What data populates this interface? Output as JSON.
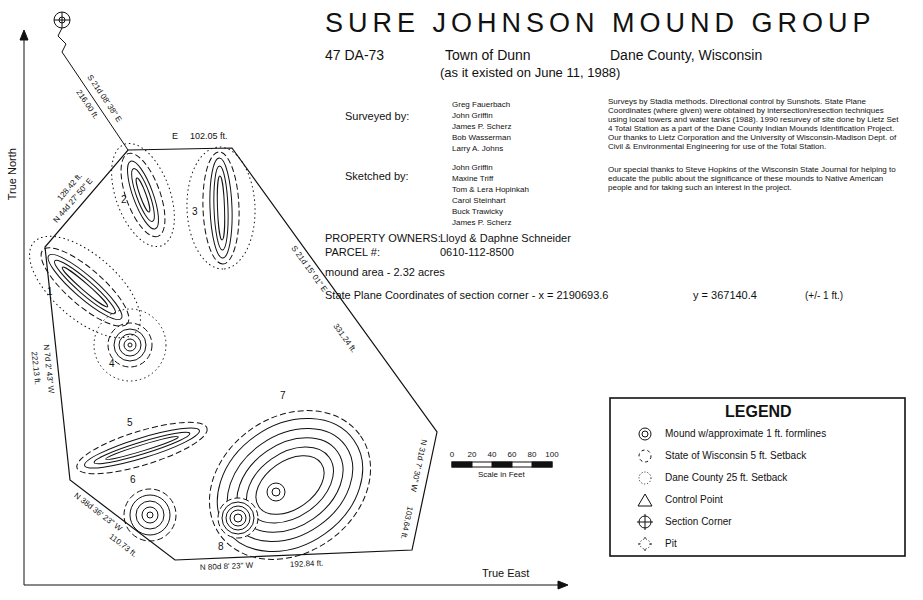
{
  "diagram": {
    "title": "SURE JOHNSON MOUND GROUP",
    "labels": [
      "47 DA-73",
      "Town of Dunn",
      "Dane County, Wisconsin",
      "(as it existed on June 11, 1988)",
      "Surveyed by:",
      "Greg Fauerbach",
      "John Griffin",
      "James P. Scherz",
      "Bob Wasserman",
      "Larry A. Johns",
      "Sketched by:",
      "John Griffin",
      "Maxine Triff",
      "Tom & Lera Hopinkah",
      "Carol Steinhart",
      "Buck Trawicky",
      "James P. Scherz",
      "Surveys by Stadia methods. Directional control by Sunshots. State Plane Coordinates (where given) were obtained by intersection/resection techniques using local towers and water tanks (1988). 1990 resurvey of site done by Lietz Set 4 Total Station as a part of the Dane County Indian Mounds Identification Project. Our thanks to Lietz Corporation and the University of Wisconsin-Madison Dept. of Civil & Environmental Engineering for use of the Total Station.",
      "Our special thanks to Steve Hopkins of the Wisconsin State Journal for helping to educate the public about the significance of these mounds to Native American people and for taking such an interest in the project.",
      "PROPERTY OWNERS:",
      "Lloyd & Daphne Schneider",
      "PARCEL #:",
      "0610-112-8500",
      "mound area - 2.32 acres",
      "State Plane Coordinates of section corner - x = 2190693.6",
      "y = 367140.4",
      "(+/- 1 ft.)",
      "S 21d 08' 38\" E",
      "216.00 ft.",
      "N 44d 27' 50\" E",
      "128.42 ft.",
      "E",
      "102.05 ft.",
      "S 21d 15' 01\" E",
      "331.24 ft.",
      "N 7d 2' 43\" W",
      "222.13 ft.",
      "N 38d 36' 23\" W",
      "110.73 ft.",
      "N 80d 8' 23\" W",
      "192.84 ft.",
      "N 31d 7' 30\" W",
      "103.64 ft.",
      "1",
      "2",
      "3",
      "4",
      "5",
      "6",
      "7",
      "8",
      "0",
      "20",
      "40",
      "60",
      "80",
      "100",
      "Scale in Feet",
      "True North",
      "True East",
      "LEGEND"
    ],
    "legend": [
      {
        "text": "Mound w/approximate 1 ft. formlines"
      },
      {
        "text": "State of Wisconsin 5 ft. Setback"
      },
      {
        "text": "Dane County 25 ft. Setback"
      },
      {
        "text": "Control Point"
      },
      {
        "text": "Section Corner"
      },
      {
        "text": "Pit"
      }
    ]
  }
}
